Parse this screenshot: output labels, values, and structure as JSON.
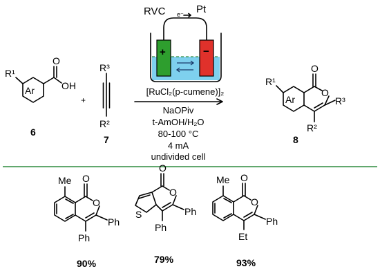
{
  "reaction": {
    "electrode_anode_label": "RVC",
    "electrode_cathode_label": "Pt",
    "electron_label": "e⁻",
    "anode_sign": "+",
    "cathode_sign": "−",
    "plus_sign": "+",
    "acid": {
      "substituent": "R¹",
      "ring": "Ar",
      "group": "OH",
      "number": "6"
    },
    "alkyne": {
      "r_top": "R³",
      "r_bottom": "R²",
      "number": "7"
    },
    "conditions": [
      "[RuCl₂(p-cumene)]₂",
      "NaOPiv",
      "t-AmOH/H₂O",
      "80-100 °C",
      "4 mA",
      "undivided cell"
    ],
    "product": {
      "substituent": "R¹",
      "ring": "Ar",
      "r3": "R³",
      "r2": "R²",
      "number": "8",
      "o_ring": "O",
      "o_carbonyl": "O"
    }
  },
  "examples": [
    {
      "yield": "90%",
      "labels": {
        "me": "Me",
        "ph": "Ph",
        "ph2": "Ph",
        "o1": "O",
        "o2": "O"
      }
    },
    {
      "yield": "79%",
      "labels": {
        "s": "S",
        "ph": "Ph",
        "ph2": "Ph",
        "o1": "O",
        "o2": "O"
      }
    },
    {
      "yield": "93%",
      "labels": {
        "me": "Me",
        "ph": "Ph",
        "et": "Et",
        "o1": "O",
        "o2": "O"
      }
    }
  ],
  "colors": {
    "anode": "#2e9e2e",
    "cathode": "#e0312b",
    "electrolyte": "#7ed0ee",
    "divider": "#2e8b3e",
    "rvc_text": "#2e9e2e",
    "pt_text": "#e0312b"
  }
}
